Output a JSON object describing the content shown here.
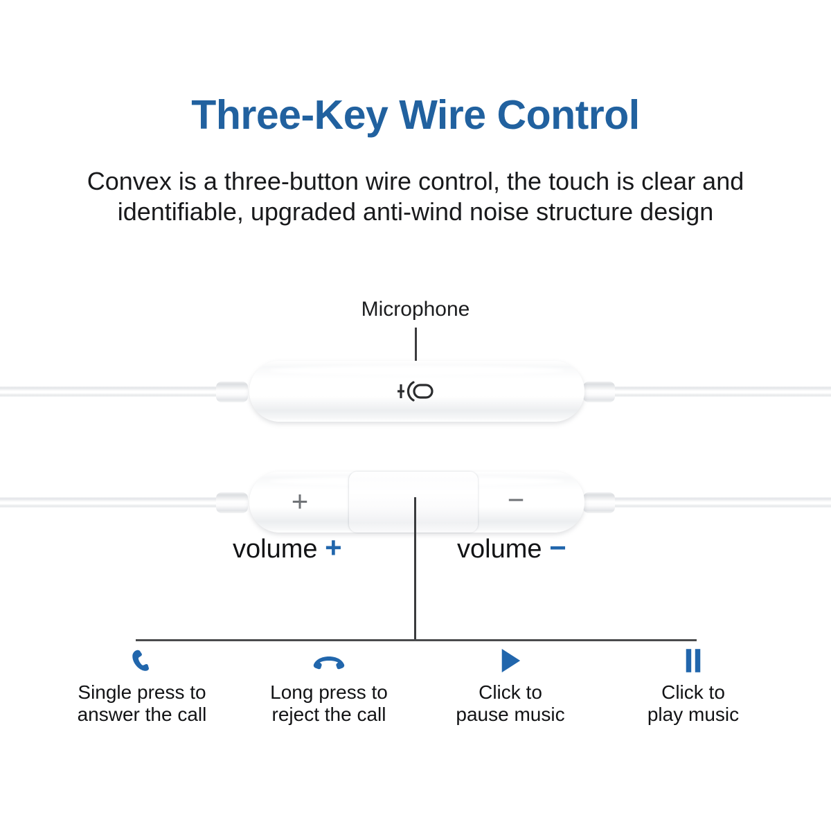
{
  "header": {
    "title": "Three-Key Wire Control",
    "subtitle": "Convex is a three-button wire control, the touch is clear and identifiable, upgraded anti-wind noise structure design"
  },
  "colors": {
    "title_blue": "#21619f",
    "icon_blue": "#2166ac",
    "body_text": "#121315",
    "line_gray": "#4a4b4d",
    "glyph_gray": "#6f7276"
  },
  "diagram": {
    "mic_callout": {
      "label": "Microphone",
      "icon": "microphone-icon"
    },
    "volume_remote": {
      "plus_glyph": "+",
      "minus_glyph": "−",
      "plus_label_text": "volume",
      "plus_label_symbol": "+",
      "minus_label_text": "volume",
      "minus_label_symbol": "−"
    }
  },
  "features": [
    {
      "icon": "phone-handset-icon",
      "line1": "Single press to",
      "line2": "answer the call"
    },
    {
      "icon": "phone-hangup-icon",
      "line1": "Long press to",
      "line2": "reject the call"
    },
    {
      "icon": "play-icon",
      "line1": "Click to",
      "line2": "pause music"
    },
    {
      "icon": "pause-icon",
      "line1": "Click to",
      "line2": "play music"
    }
  ]
}
